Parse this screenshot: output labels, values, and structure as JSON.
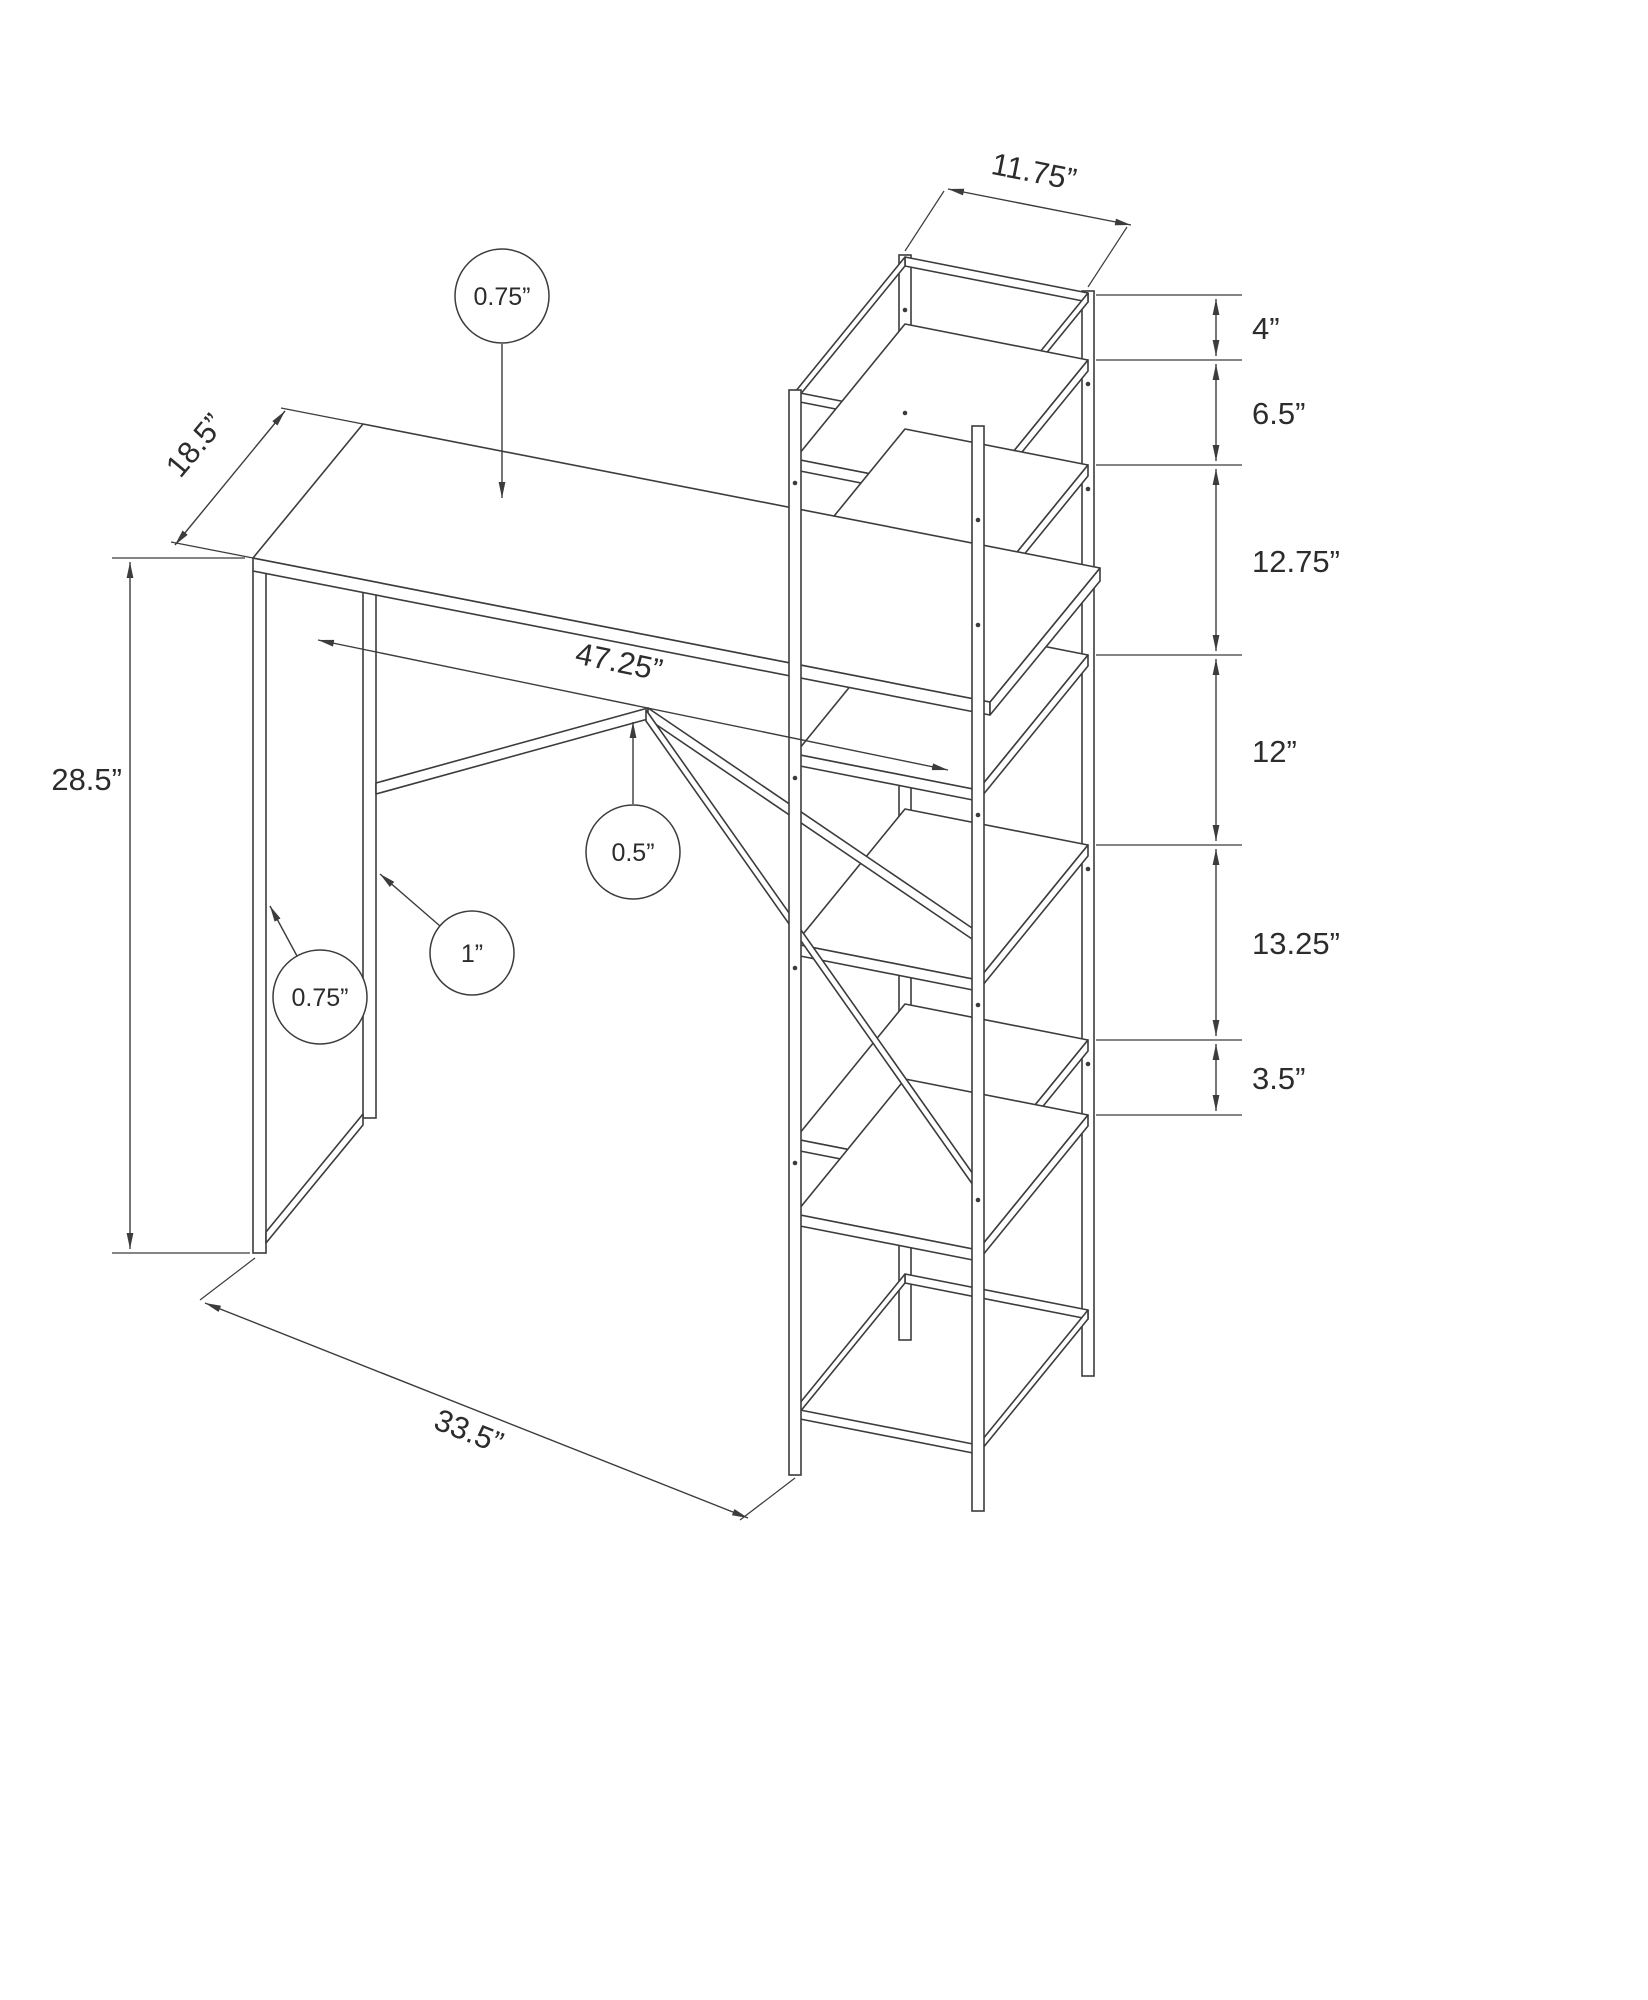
{
  "dims": {
    "desktop_thickness": "0.75”",
    "desk_depth": "18.5”",
    "shelf_top_width": "11.75”",
    "desktop_length": "47.25”",
    "desk_height": "28.5”",
    "stretcher_thickness": "0.5”",
    "leg_back_thickness": "1”",
    "leg_front_thickness": "0.75”",
    "base_depth": "33.5”",
    "right_chain": {
      "seg1": "4”",
      "seg2": "6.5”",
      "seg3": "12.75”",
      "seg4": "12”",
      "seg5": "13.25”",
      "seg6": "3.5”"
    }
  }
}
